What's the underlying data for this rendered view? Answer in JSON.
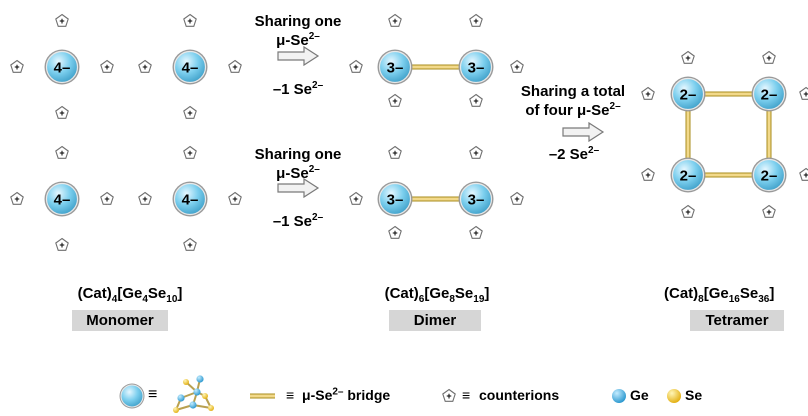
{
  "diagram": {
    "arrows": {
      "share_one_line1": "Sharing one",
      "share_one_line2": "μ-Se",
      "share_one_charge": "2–",
      "loss_one": "–1 Se",
      "loss_one_charge": "2–",
      "share_total_line1": "Sharing a total",
      "share_total_line2": "of four μ-Se",
      "share_total_charge": "2–",
      "loss_two": "–2 Se",
      "loss_two_charge": "2–"
    },
    "clusters": {
      "monomer_charge": "4–",
      "dimer_charge": "3–",
      "tetramer_charge": "2–",
      "counterion_symbol": "+"
    },
    "compounds": {
      "monomer": {
        "cation": "(Cat)",
        "cation_count": "4",
        "open": "[Ge",
        "ge_count": "4",
        "se_label": "Se",
        "se_count": "10",
        "close": "]",
        "name": "Monomer"
      },
      "dimer": {
        "cation": "(Cat)",
        "cation_count": "6",
        "open": "[Ge",
        "ge_count": "8",
        "se_label": "Se",
        "se_count": "19",
        "close": "]",
        "name": "Dimer"
      },
      "tetramer": {
        "cation": "(Cat)",
        "cation_count": "8",
        "open": "[Ge",
        "ge_count": "16",
        "se_label": "Se",
        "se_count": "36",
        "close": "]",
        "name": "Tetramer"
      }
    },
    "legend": {
      "equiv": "≡",
      "bridge_prefix": "μ-Se",
      "bridge_charge": "2–",
      "bridge_suffix": " bridge",
      "counterions": "counterions",
      "ge": "Ge",
      "se": "Se"
    },
    "colors": {
      "cluster": "#6ecbee",
      "bridge": "#f2d98a",
      "ge_atom": "#29a9e0",
      "se_atom": "#f5c400",
      "tag_bg": "#d6d6d6"
    }
  }
}
